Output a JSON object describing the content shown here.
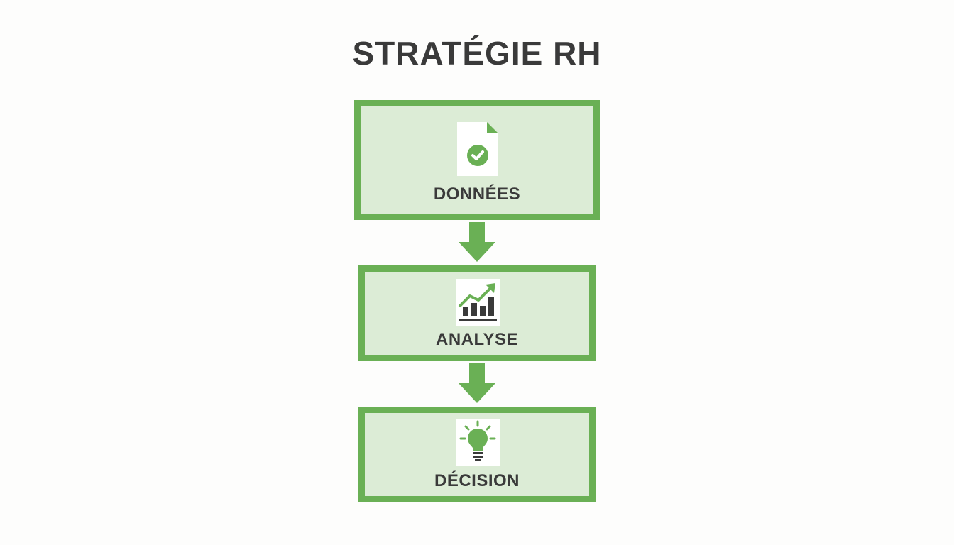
{
  "title": "STRATÉGIE RH",
  "colors": {
    "accent": "#6ab055",
    "box_fill": "#dcecd6",
    "text": "#3a3a3a",
    "background": "#fdfdfc"
  },
  "steps": [
    {
      "label": "DONNÉES",
      "icon": "document-check-icon"
    },
    {
      "label": "ANALYSE",
      "icon": "bar-chart-growth-icon"
    },
    {
      "label": "DÉCISION",
      "icon": "lightbulb-icon"
    }
  ],
  "connectors": [
    {
      "from": "DONNÉES",
      "to": "ANALYSE",
      "icon": "arrow-down-icon"
    },
    {
      "from": "ANALYSE",
      "to": "DÉCISION",
      "icon": "arrow-down-icon"
    }
  ]
}
